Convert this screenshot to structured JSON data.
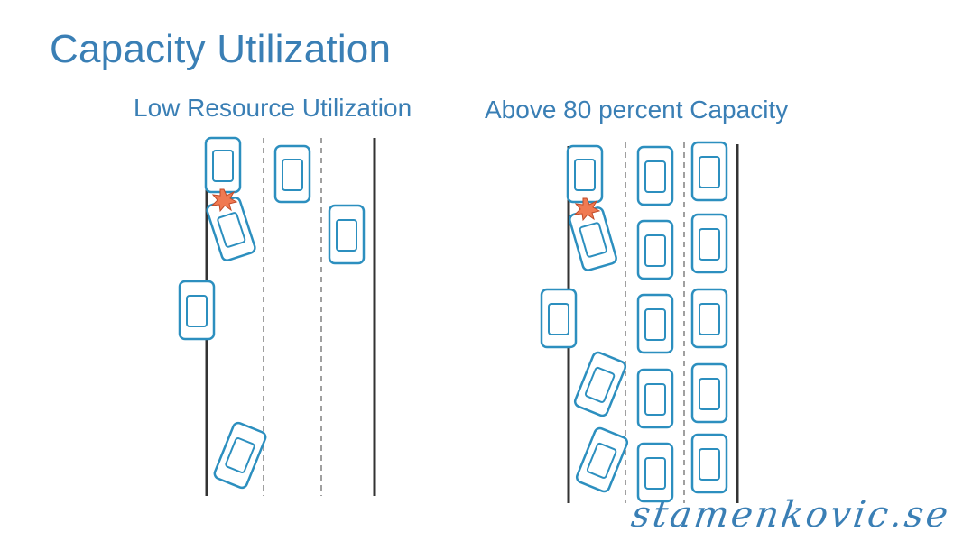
{
  "title": "Capacity Utilization",
  "panels": [
    {
      "id": "left",
      "title": "Low Resource Utilization"
    },
    {
      "id": "right",
      "title": "Above 80 percent Capacity"
    }
  ],
  "signature": "stamenkovic.se",
  "colors": {
    "title": "#3a7fb5",
    "car_stroke": "#2c8fbf",
    "road_edge": "#333333",
    "lane_divider": "#888888",
    "crash_fill": "#f07a52",
    "crash_stroke": "#c04a28"
  }
}
